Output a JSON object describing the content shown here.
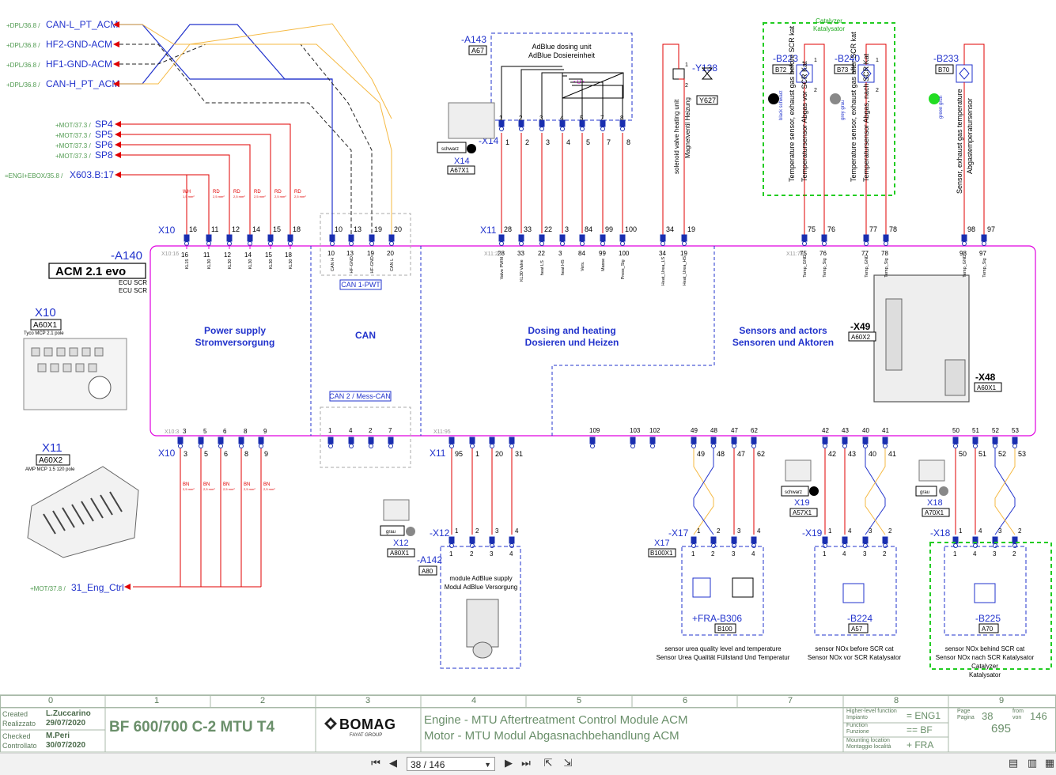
{
  "sheet": {
    "left_signals": [
      {
        "ref": "+DPL/36.8 /",
        "name": "CAN-L_PT_ACM"
      },
      {
        "ref": "+DPL/36.8 /",
        "name": "HF2-GND-ACM"
      },
      {
        "ref": "+DPL/36.8 /",
        "name": "HF1-GND-ACM"
      },
      {
        "ref": "+DPL/36.8 /",
        "name": "CAN-H_PT_ACM"
      },
      {
        "ref": "+MOT/37.3 /",
        "name": "SP4"
      },
      {
        "ref": "+MOT/37.3 /",
        "name": "SP5"
      },
      {
        "ref": "+MOT/37.3 /",
        "name": "SP6"
      },
      {
        "ref": "+MOT/37.3 /",
        "name": "SP8"
      },
      {
        "ref": "=ENGI+EBOX/35.8 /",
        "name": "X603.B:17"
      },
      {
        "ref": "+MOT/37.8 /",
        "name": "31_Eng_Ctrl"
      }
    ],
    "module": {
      "id": "-A140",
      "name": "ACM 2.1 evo",
      "sub1": "ECU SCR",
      "sub2": "ECU SCR"
    },
    "sections": [
      {
        "en": "Power supply",
        "de": "Stromversorgung"
      },
      {
        "en": "CAN",
        "de": ""
      },
      {
        "en": "Dosing and heating",
        "de": "Dosieren und Heizen"
      },
      {
        "en": "Sensors and actors",
        "de": "Sensoren und Aktoren"
      }
    ],
    "can1": "CAN 1-PWT",
    "can2": "CAN 2 / Mess-CAN",
    "x10": {
      "label": "X10",
      "part": "A60X1",
      "desc": "Tyco MCP 2.1 pole"
    },
    "x11": {
      "label": "X11",
      "part": "A60X2",
      "desc": "AMP MCP 1.5 120 pole"
    },
    "x49": {
      "label": "-X49",
      "part": "A60X2"
    },
    "x48": {
      "label": "-X48",
      "part": "A60X1"
    },
    "a143": {
      "id": "-A143",
      "part": "A67",
      "en": "AdBlue dosing unit",
      "de": "AdBlue Dosiereinheit"
    },
    "x14": {
      "label": "-X14",
      "plug": "X14",
      "part": "A67X1",
      "color": "schwarz"
    },
    "y138": {
      "id": "-Y138",
      "part": "Y627",
      "en": "solenoid valve heating unit",
      "de": "Magnetventil Heizung"
    },
    "catalyzer": {
      "en": "Catalyzer",
      "de": "Katalysator"
    },
    "b223": {
      "id": "-B223",
      "part": "B72",
      "color_tag": "black schwarz",
      "en": "Temperature sensor, exhaust gas before SCR kat",
      "de": "Temperatursensor Abgas vor SCR Kat"
    },
    "b240": {
      "id": "-B240",
      "part": "B73",
      "color_tag": "grey grau",
      "en": "Temperature sensor, exhaust gas after SCR kat",
      "de": "Temperatursensor Abgas, nach SCR Kat"
    },
    "b233": {
      "id": "-B233",
      "part": "B70",
      "color_tag": "green grün",
      "en": "Sensor, exhaust gas temperature",
      "de": "Abgastemperatursensor"
    },
    "a142": {
      "id": "-A142",
      "part": "A80",
      "en": "module AdBlue supply",
      "de": "Modul AdBlue Versorgung"
    },
    "x12": {
      "label": "-X12",
      "plug": "X12",
      "part": "A80X1",
      "color": "grau"
    },
    "x17": {
      "label": "-X17",
      "plug": "X17",
      "part": "B100X1"
    },
    "b306": {
      "id": "+FRA-B306",
      "part": "B100",
      "en": "sensor urea quality level and temperature",
      "de": "Sensor Urea Qualität Füllstand Und Temperatur"
    },
    "x19": {
      "label": "-X19",
      "plug": "X19",
      "part": "A57X1",
      "color": "schwarz"
    },
    "b224": {
      "id": "-B224",
      "part": "A57",
      "en": "sensor NOx before SCR cat",
      "de": "Sensor NOx vor SCR Katalysator"
    },
    "x18": {
      "label": "-X18",
      "plug": "X18",
      "part": "A70X1",
      "color": "grau"
    },
    "b225": {
      "id": "-B225",
      "part": "A70",
      "en": "sensor NOx behind SCR cat",
      "de": "Sensor NOx nach SCR Katalysator",
      "cat_en": "Catalyzer",
      "cat_de": "Katalysator"
    },
    "wire_wh": "WH",
    "wire_rd": "RD",
    "wire_bn": "BN",
    "wire_size": "1,5 mm²",
    "wire_size2": "2,5 mm²",
    "color_magenta": "#e000e0",
    "color_red": "#e00000",
    "color_blue": "#2233cc",
    "color_green_dash": "#22cc22",
    "color_orange": "#f5b942"
  },
  "title_block": {
    "columns": [
      "0",
      "1",
      "2",
      "3",
      "4",
      "5",
      "6",
      "7",
      "8",
      "9"
    ],
    "created_label": "Created",
    "created_label_it": "Realizzato",
    "created_by": "L.Zuccarino",
    "created_date": "29/07/2020",
    "checked_label": "Checked",
    "checked_label_it": "Controllato",
    "checked_by": "M.Peri",
    "checked_date": "30/07/2020",
    "machine": "BF 600/700 C-2 MTU T4",
    "brand": "BOMAG",
    "brand_sub": "FAYAT GROUP",
    "title_en": "Engine - MTU Aftertreatment Control Module ACM",
    "title_de": "Motor - MTU Modul Abgasnachbehandlung ACM",
    "hl_function": "Higher-level function",
    "hl_function_it": "Impianto",
    "hl_function_val": "= ENG1",
    "function": "Function",
    "function_it": "Funzione",
    "function_val": "== BF",
    "mounting": "Mounting location",
    "mounting_it": "Montaggio località",
    "mounting_val": "+ FRA",
    "page_label": "Page",
    "page_label_it": "Pagina",
    "page_num": "38",
    "from_label": "from",
    "from_label_it": "von",
    "page_total": "146",
    "doc_num": "695"
  },
  "viewer": {
    "page_display": "38 / 146"
  }
}
